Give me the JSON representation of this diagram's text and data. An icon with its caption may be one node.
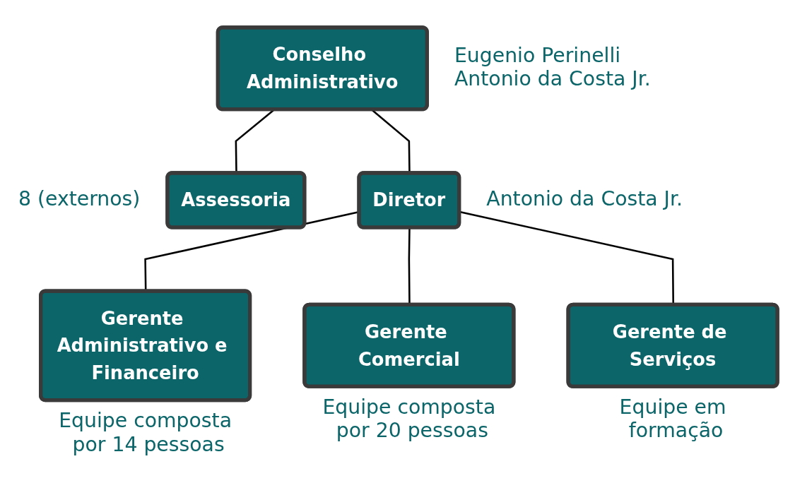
{
  "diagram": {
    "nodes": [
      {
        "text": [
          "Conselho Administrativo"
        ],
        "beside": [
          "Eugenio Perinelli",
          "Antonio da Costa Jr."
        ]
      },
      {
        "text": [
          "Assessoria"
        ],
        "beside": [
          "8 (externos)"
        ]
      },
      {
        "text": [
          "Diretor"
        ],
        "beside": [
          "Antonio da Costa Jr."
        ]
      },
      {
        "text": [
          "Gerente Administrativo e Financeiro"
        ],
        "beside": [
          "Equipe composta por 14 pessoas"
        ]
      },
      {
        "text": [
          "Gerente Comercial"
        ],
        "beside": [
          "Equipe composta por 20 pessoas"
        ]
      },
      {
        "text": [
          "Gerente de Serviços"
        ],
        "beside": [
          "Equipe em formação"
        ]
      }
    ],
    "edges": [
      {
        "from": 0,
        "to": 2,
        "arrow": "none"
      },
      {
        "from": 0,
        "to": 1,
        "arrow": "none"
      },
      {
        "from": 2,
        "to": 3,
        "arrow": "none"
      },
      {
        "from": 2,
        "to": 4,
        "arrow": "none"
      },
      {
        "from": 2,
        "to": 5,
        "arrow": "none"
      }
    ]
  }
}
